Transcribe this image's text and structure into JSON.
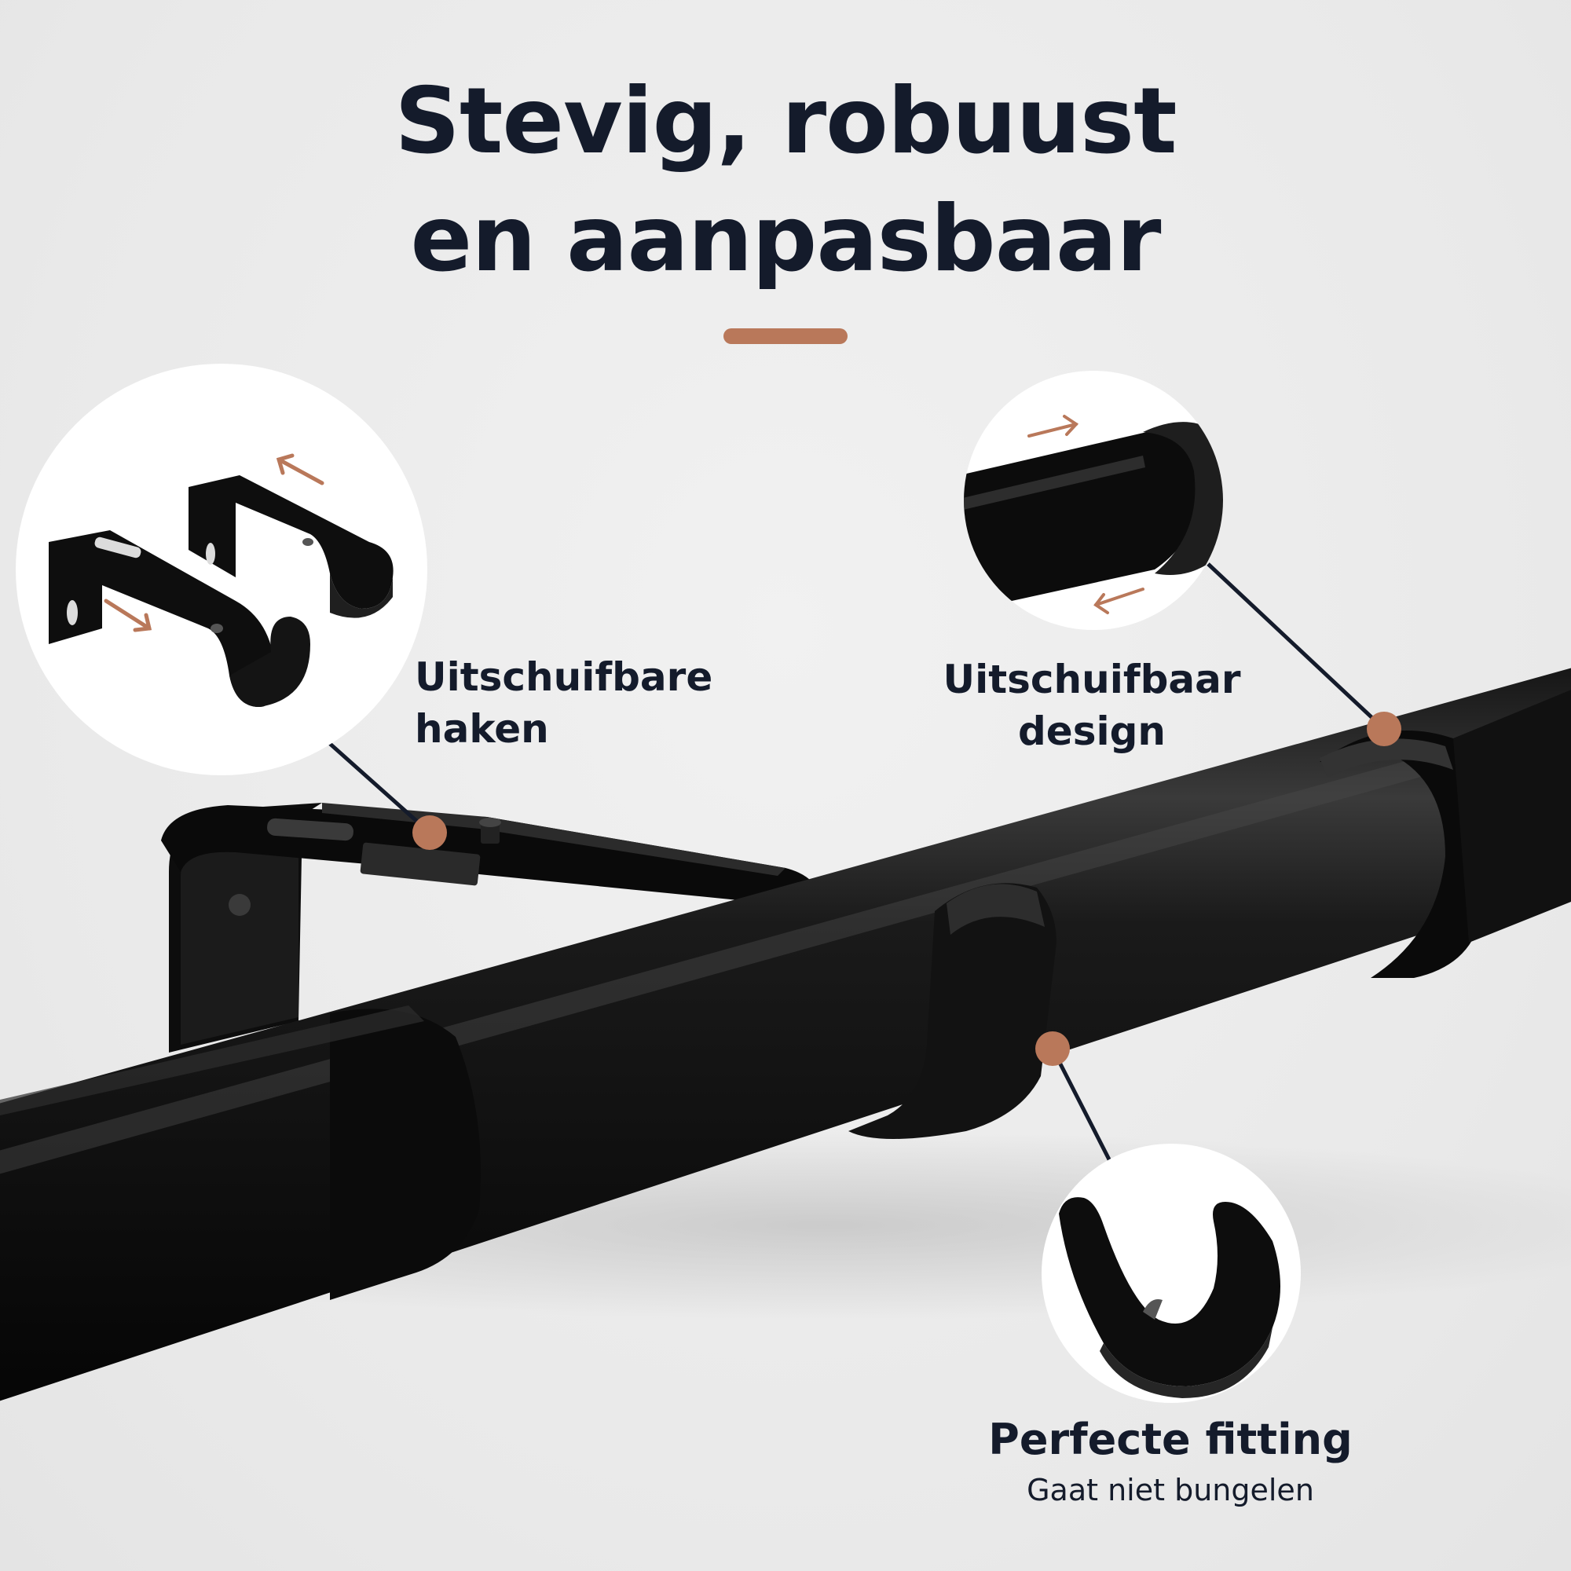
{
  "headline": {
    "line1": "Stevig, robuust",
    "line2": "en aanpasbaar"
  },
  "callouts": {
    "hooks": {
      "line1": "Uitschuifbare",
      "line2": "haken"
    },
    "design": {
      "line1": "Uitschuifbaar",
      "line2": "design"
    },
    "fitting": {
      "title": "Perfecte fitting",
      "subtitle": "Gaat niet bungelen"
    }
  },
  "colors": {
    "text": "#141b2b",
    "accent": "#b9785a",
    "rod": "#0c0c0c",
    "background": "#ececec"
  },
  "icons": [
    "arrow-icon",
    "bracket-icon",
    "hook-icon",
    "rod-icon"
  ]
}
